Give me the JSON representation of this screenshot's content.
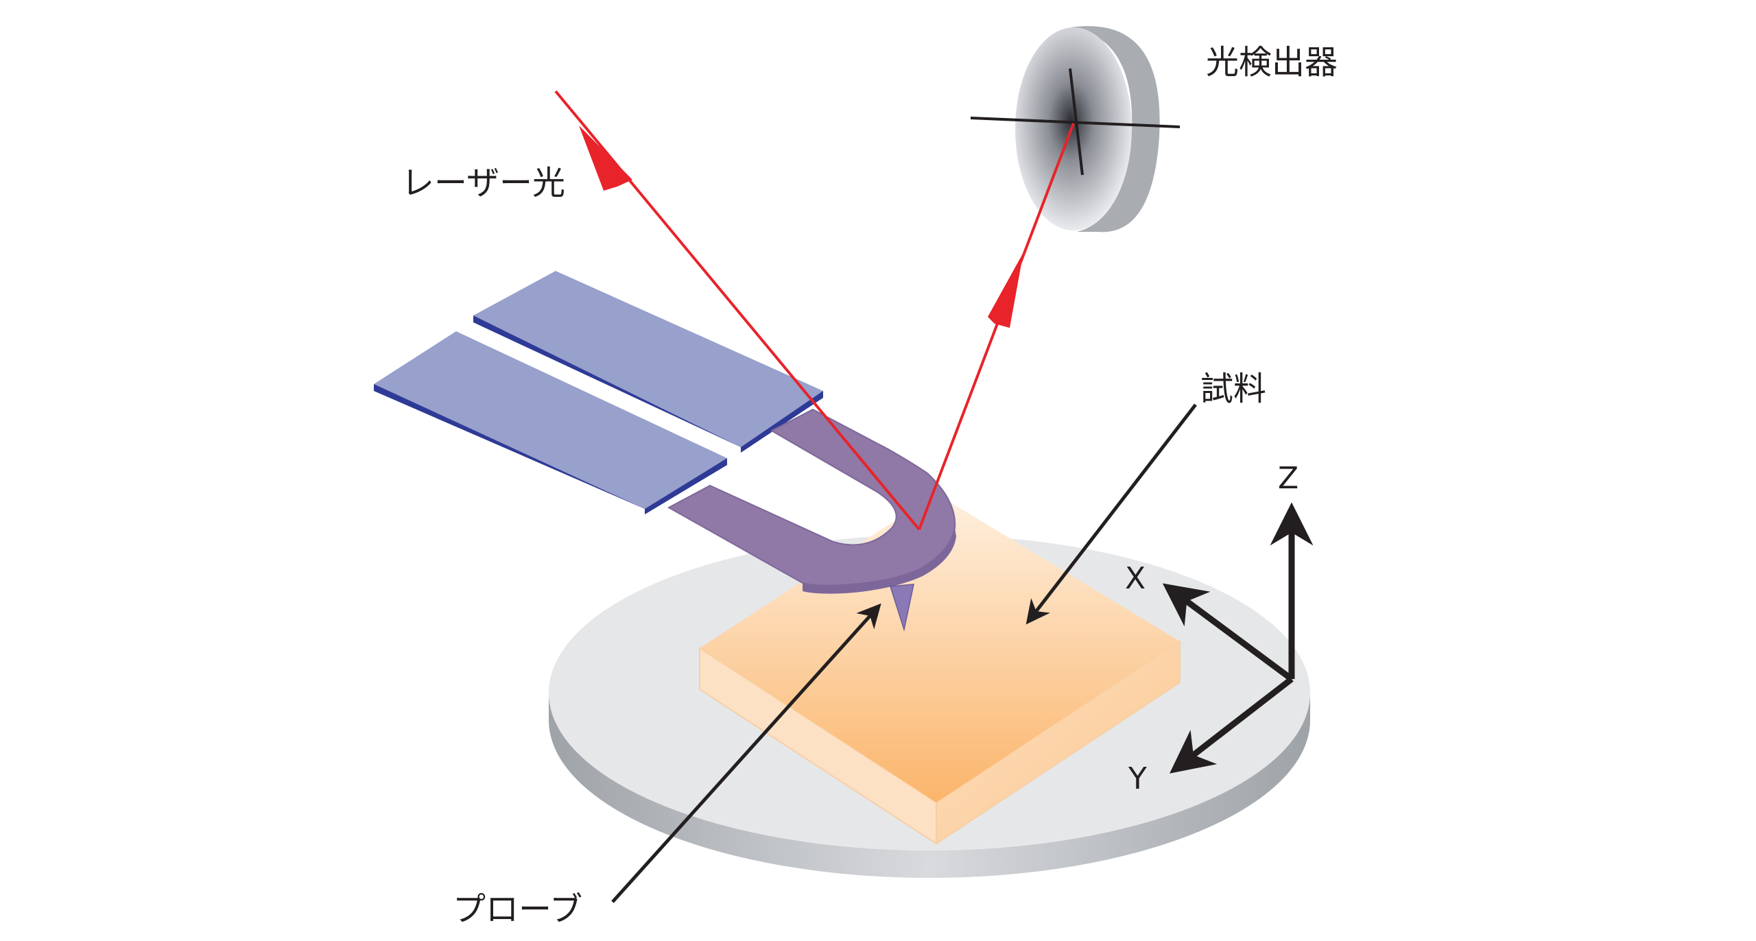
{
  "labels": {
    "laser": "レーザー光",
    "detector": "光検出器",
    "sample": "試料",
    "probe": "プローブ",
    "axis_x": "X",
    "axis_y": "Y",
    "axis_z": "Z"
  },
  "colors": {
    "laser": "#e8232a",
    "cantilever_base": "#98a0cc",
    "cantilever_base_edge": "#2e3a96",
    "cantilever_arm": "#9079a6",
    "cantilever_arm_edge": "#7d679a",
    "stage_top": "#e6e7e9",
    "stage_side": "#b5b9bd",
    "sample_light": "#fde6cf",
    "sample_dark": "#fbb46a",
    "detector": "#e3e5e8",
    "arrow": "#231f20"
  }
}
